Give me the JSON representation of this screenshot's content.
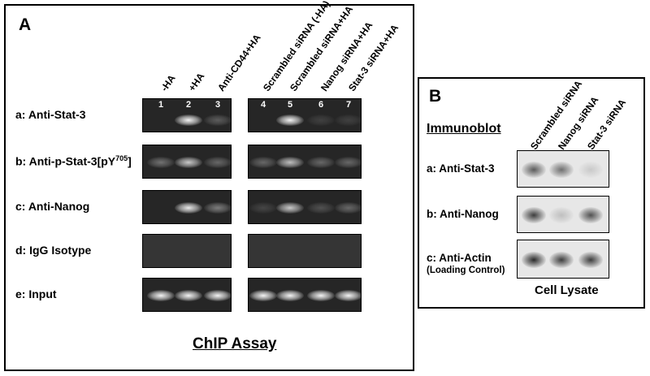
{
  "panelA": {
    "letter": "A",
    "lanes": [
      "-HA",
      "+HA",
      "Anti-CD44+HA",
      "Scrambled siRNA (-HA)",
      "Scrambled siRNA+HA",
      "Nanog siRNA+HA",
      "Stat-3 siRNA+HA"
    ],
    "lane_numbers": [
      "1",
      "2",
      "3",
      "4",
      "5",
      "6",
      "7"
    ],
    "rows": [
      {
        "prefix": "a: Anti-Stat-3",
        "sup": "",
        "suffix": ""
      },
      {
        "prefix": "b: Anti-p-Stat-3[pY",
        "sup": "705",
        "suffix": "]"
      },
      {
        "prefix": "c: Anti-Nanog",
        "sup": "",
        "suffix": ""
      },
      {
        "prefix": "d: IgG Isotype",
        "sup": "",
        "suffix": ""
      },
      {
        "prefix": "e: Input",
        "sup": "",
        "suffix": ""
      }
    ],
    "title": "ChIP  Assay",
    "band_intensity": [
      [
        0.0,
        0.95,
        0.25,
        0.0,
        0.95,
        0.1,
        0.05
      ],
      [
        0.35,
        0.75,
        0.3,
        0.3,
        0.7,
        0.3,
        0.3
      ],
      [
        0.0,
        0.9,
        0.4,
        0.15,
        0.75,
        0.2,
        0.3
      ],
      [
        0.0,
        0.0,
        0.0,
        0.0,
        0.0,
        0.0,
        0.0
      ],
      [
        0.95,
        0.95,
        0.95,
        0.95,
        0.95,
        0.95,
        0.95
      ]
    ]
  },
  "panelB": {
    "letter": "B",
    "heading": "Immunoblot",
    "lanes": [
      "Scrambled siRNA",
      "Nanog siRNA",
      "Stat-3 siRNA"
    ],
    "rows": [
      {
        "label": "a: Anti-Stat-3",
        "sublabel": ""
      },
      {
        "label": "b: Anti-Nanog",
        "sublabel": ""
      },
      {
        "label": "c: Anti-Actin",
        "sublabel": "(Loading Control)"
      }
    ],
    "footer": "Cell Lysate",
    "band_intensity": [
      [
        0.7,
        0.6,
        0.15
      ],
      [
        0.85,
        0.2,
        0.75
      ],
      [
        0.95,
        0.85,
        0.85
      ]
    ]
  }
}
